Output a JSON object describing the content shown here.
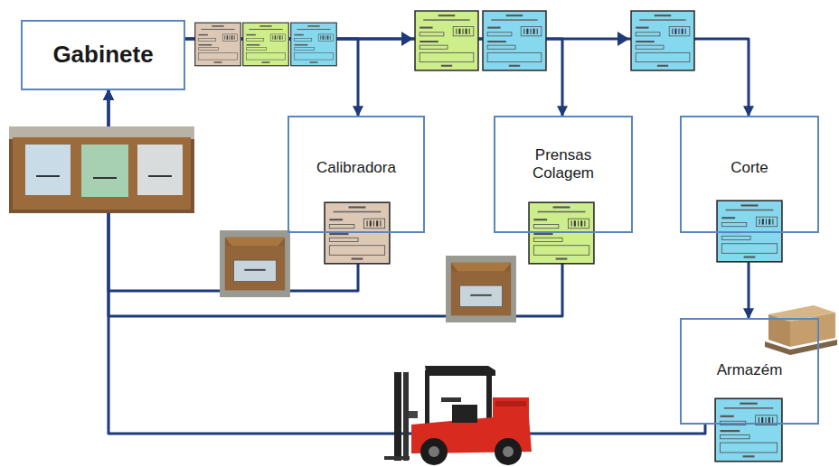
{
  "diagram": {
    "nodes": [
      {
        "text": [
          "Gabinete"
        ]
      },
      {
        "text": [
          "Calibradora"
        ]
      },
      {
        "text": [
          "Prensas Colagem"
        ]
      },
      {
        "text": [
          "Corte"
        ]
      },
      {
        "text": [
          "Armazém"
        ]
      }
    ],
    "edges": [
      {
        "from": 0,
        "to": 1,
        "arrow": "to"
      },
      {
        "from": 0,
        "to": 2,
        "arrow": "to"
      },
      {
        "from": 0,
        "to": 3,
        "arrow": "to"
      },
      {
        "from": 3,
        "to": 4,
        "arrow": "to"
      },
      {
        "from": 1,
        "to": 0,
        "arrow": "to"
      },
      {
        "from": 2,
        "to": 0,
        "arrow": "to"
      },
      {
        "from": 4,
        "to": 0,
        "arrow": "to"
      }
    ]
  }
}
